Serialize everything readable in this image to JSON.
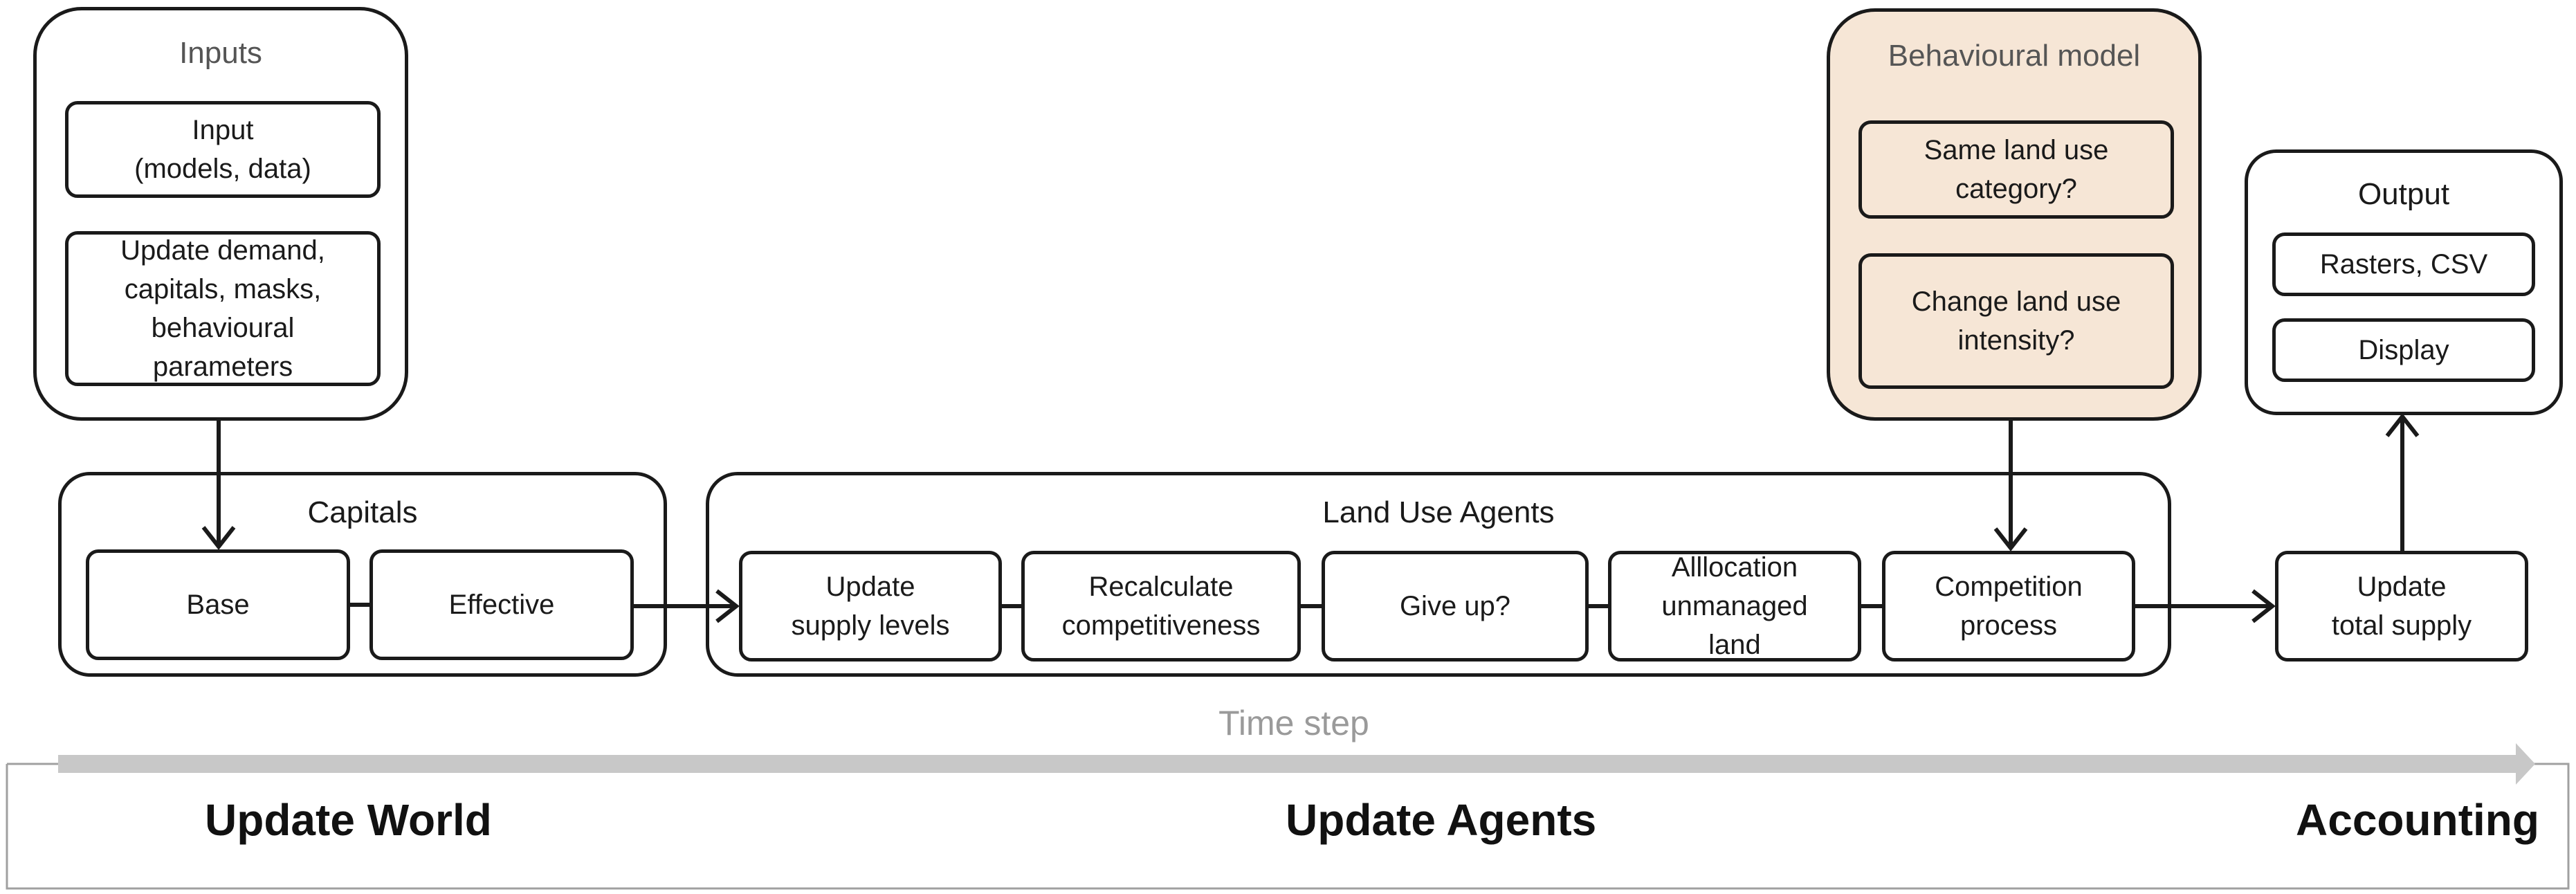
{
  "inputs": {
    "title": "Inputs",
    "input_box": "Input\n(models, data)",
    "update_box": "Update demand,\ncapitals, masks,\nbehavioural\nparameters"
  },
  "behavioural_model": {
    "title": "Behavioural model",
    "same_land_use": "Same land use\ncategory?",
    "change_intensity": "Change land use\nintensity?"
  },
  "output": {
    "title": "Output",
    "rasters": "Rasters, CSV",
    "display": "Display"
  },
  "capitals": {
    "title": "Capitals",
    "base": "Base",
    "effective": "Effective"
  },
  "land_use_agents": {
    "title": "Land Use Agents",
    "update_supply": "Update\nsupply levels",
    "recalculate": "Recalculate\ncompetitiveness",
    "give_up": "Give up?",
    "allocation": "Alllocation\nunmanaged\nland",
    "competition": "Competition\nprocess"
  },
  "update_total_supply": "Update\ntotal supply",
  "timeline": {
    "label": "Time step",
    "update_world": "Update World",
    "update_agents": "Update Agents",
    "accounting": "Accounting"
  },
  "colors": {
    "line": "#1a1a1a",
    "peach_fill": "#f6e6d6",
    "timeline_arrow": "#c8c8c8",
    "frame": "#a0a0a0"
  }
}
